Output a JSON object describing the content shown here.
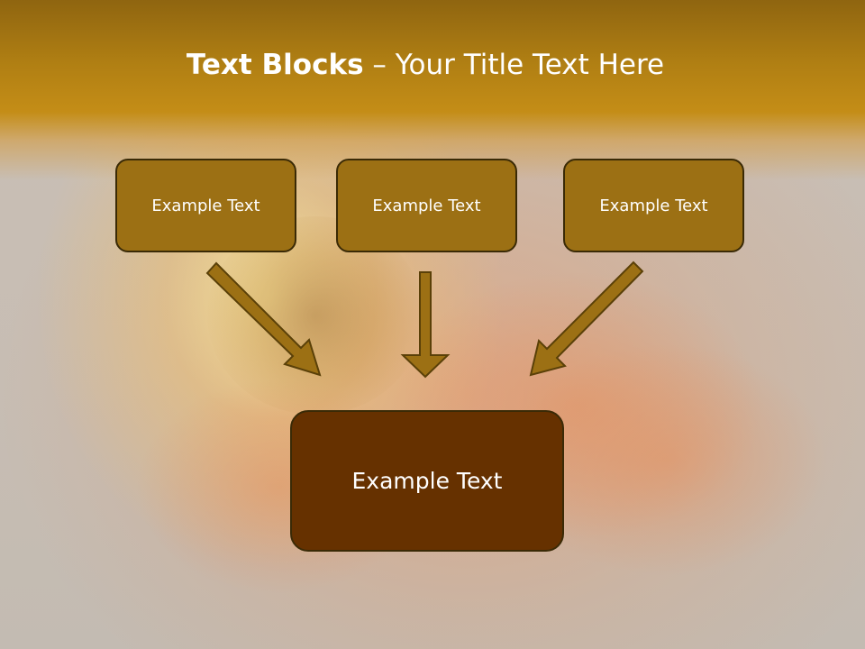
{
  "title": {
    "bold": "Text Blocks",
    "separator": " – ",
    "rest": "Your Title Text Here"
  },
  "blocks": {
    "top_left": "Example Text",
    "top_center": "Example Text",
    "top_right": "Example Text",
    "bottom": "Example Text"
  },
  "colors": {
    "header": "#b07f13",
    "small_box": "#9c7014",
    "big_box": "#663100",
    "arrow_fill": "#9c7014",
    "arrow_stroke": "#5a4008"
  }
}
